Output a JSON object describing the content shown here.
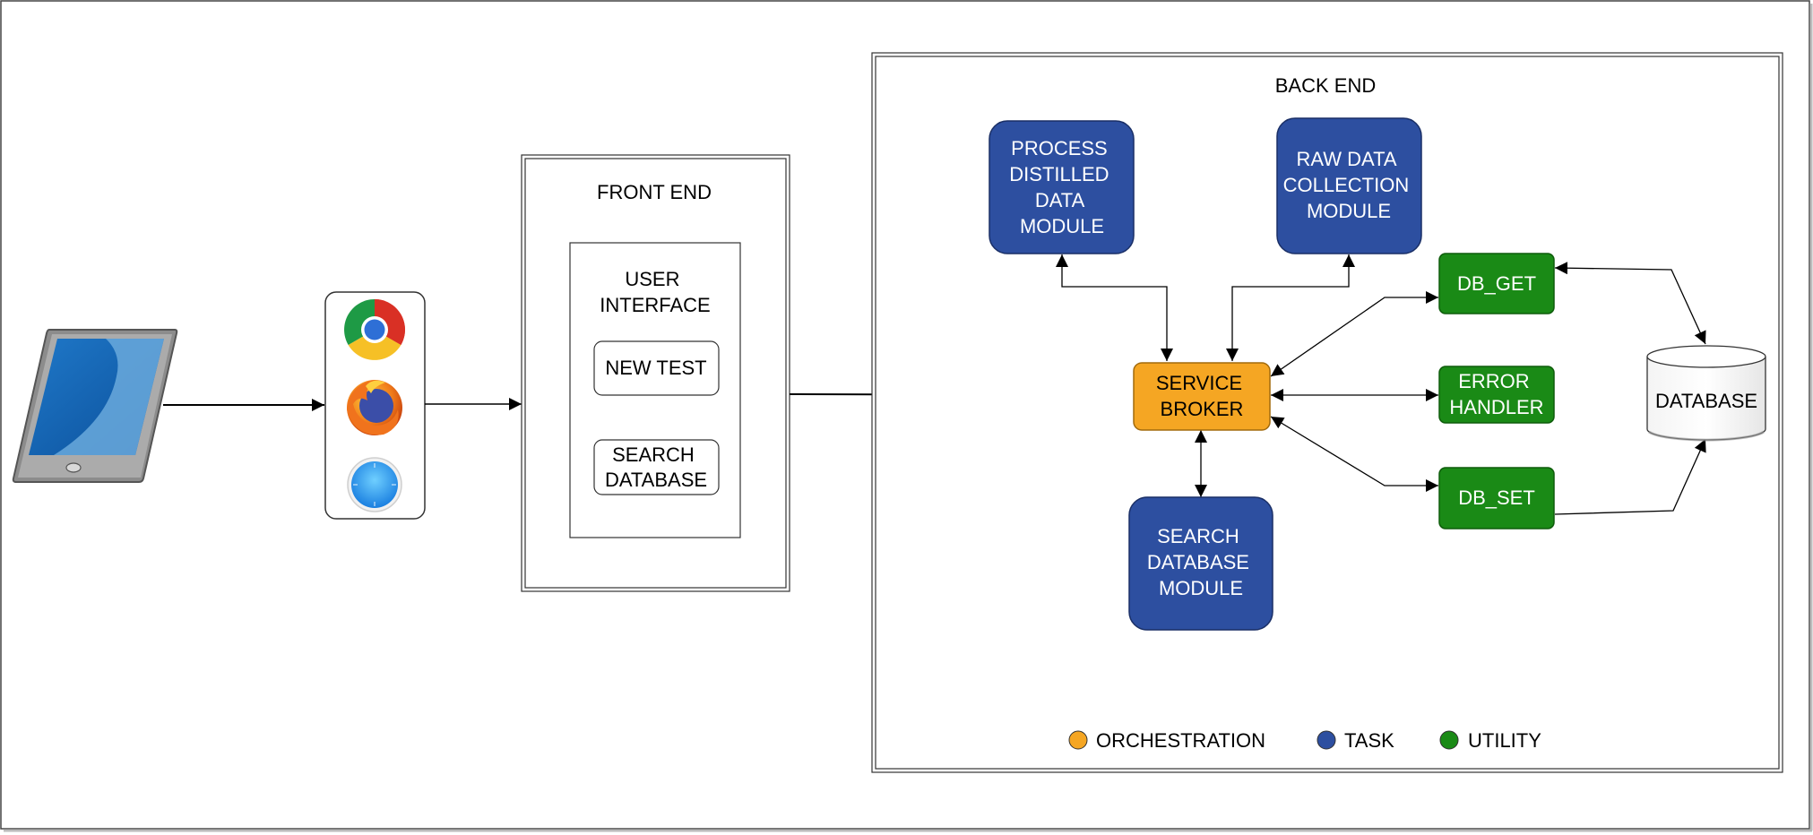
{
  "front_end": {
    "title": "FRONT END",
    "user_interface": [
      "USER",
      "INTERFACE"
    ],
    "new_test": "NEW TEST",
    "search_database": [
      "SEARCH",
      "DATABASE"
    ]
  },
  "back_end": {
    "title": "BACK END",
    "process_module": [
      "PROCESS",
      "DISTILLED",
      "DATA",
      "MODULE"
    ],
    "raw_data_module": [
      "RAW DATA",
      "COLLECTION",
      "MODULE"
    ],
    "service_broker": [
      "SERVICE",
      "BROKER"
    ],
    "search_module": [
      "SEARCH",
      "DATABASE",
      "MODULE"
    ],
    "db_get": "DB_GET",
    "error_handler": [
      "ERROR",
      "HANDLER"
    ],
    "db_set": "DB_SET",
    "database": "DATABASE"
  },
  "legend": [
    {
      "label": "ORCHESTRATION",
      "color": "#f5a623"
    },
    {
      "label": "TASK",
      "color": "#2d4fa0"
    },
    {
      "label": "UTILITY",
      "color": "#1a8a16"
    }
  ],
  "colors": {
    "orchestration": "#f5a623",
    "task": "#2d4fa0",
    "utility": "#1a8a16"
  },
  "icons": [
    "tablet-icon",
    "chrome-icon",
    "firefox-icon",
    "safari-icon"
  ]
}
